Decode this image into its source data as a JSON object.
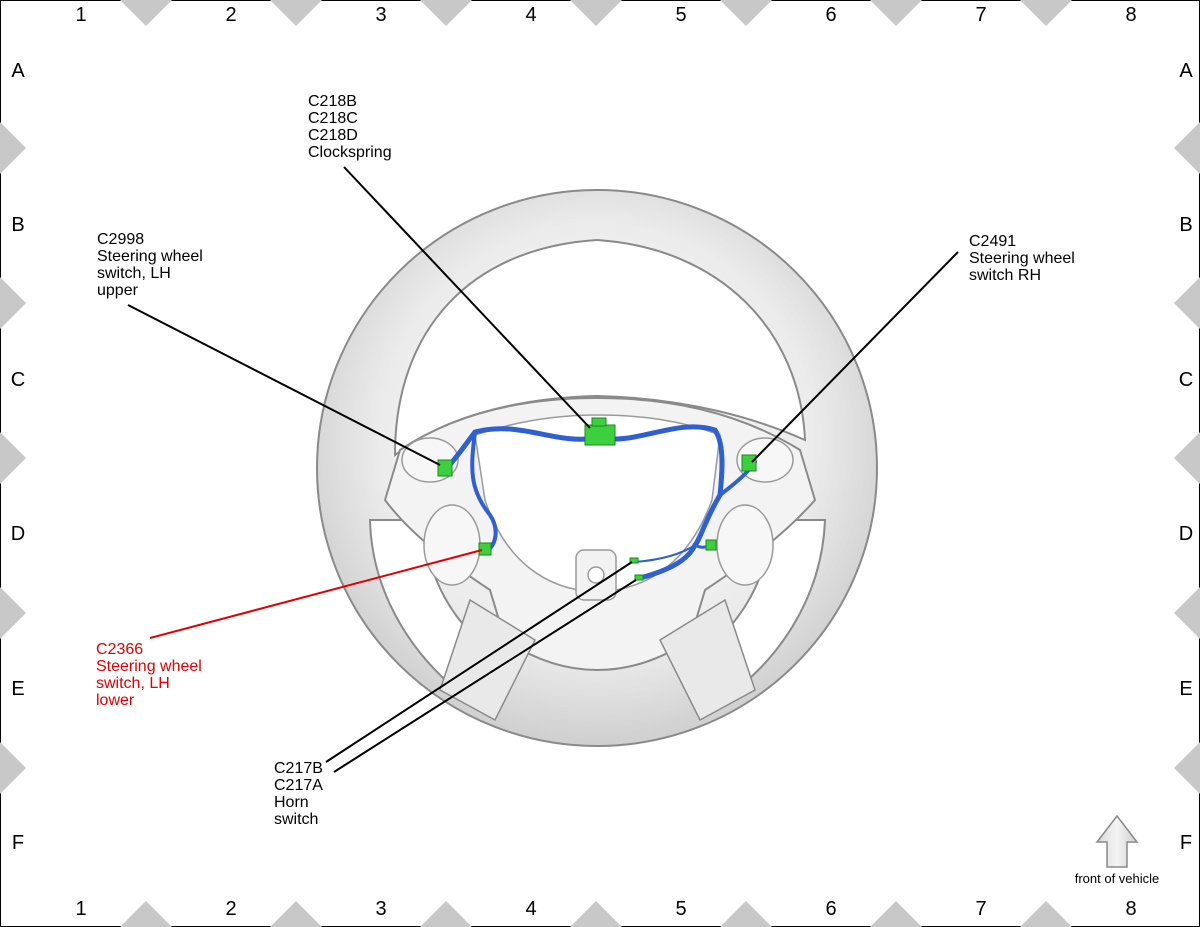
{
  "grid": {
    "columns": [
      "1",
      "2",
      "3",
      "4",
      "5",
      "6",
      "7",
      "8"
    ],
    "rows": [
      "A",
      "B",
      "C",
      "D",
      "E",
      "F"
    ]
  },
  "callouts": {
    "clockspring": {
      "lines": [
        "C218B",
        "C218C",
        "C218D",
        "Clockspring"
      ]
    },
    "lh_upper": {
      "lines": [
        "C2998",
        "Steering wheel",
        "switch, LH",
        "upper"
      ]
    },
    "rh_switch": {
      "lines": [
        "C2491",
        "Steering wheel",
        "switch RH"
      ]
    },
    "lh_lower": {
      "lines": [
        "C2366",
        "Steering wheel",
        "switch, LH",
        "lower"
      ],
      "color": "#e00000"
    },
    "horn": {
      "lines": [
        "C217B",
        "C217A",
        "Horn",
        "switch"
      ]
    }
  },
  "indicator": {
    "label": "front of vehicle",
    "icon": "up-arrow-icon"
  },
  "colors": {
    "harness": "#2f5fd0",
    "connector": "#3ecf3e",
    "leader": "#000000",
    "highlight": "#e00000",
    "wheel": "#e6e6e6"
  }
}
